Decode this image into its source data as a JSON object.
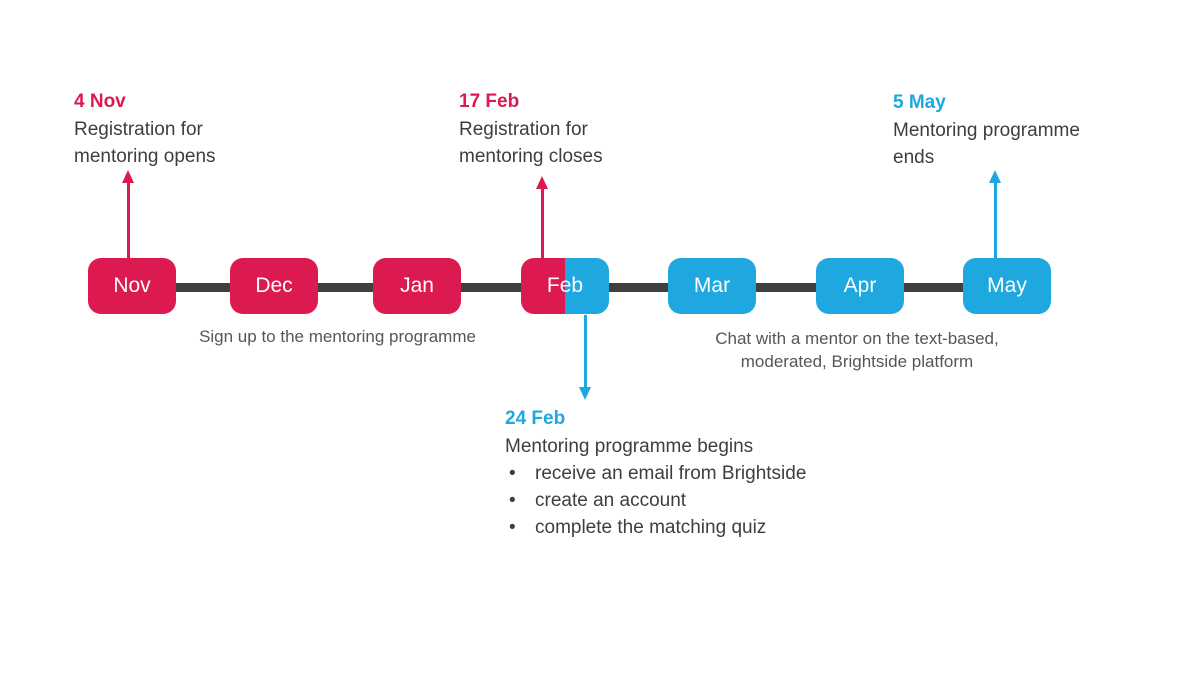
{
  "diagram": {
    "months": [
      {
        "label": "Nov"
      },
      {
        "label": "Dec"
      },
      {
        "label": "Jan"
      },
      {
        "label": "Feb"
      },
      {
        "label": "Mar"
      },
      {
        "label": "Apr"
      },
      {
        "label": "May"
      }
    ],
    "annotations": {
      "registration_opens": {
        "date": "4 Nov",
        "line1": "Registration for",
        "line2": "mentoring opens"
      },
      "registration_closes": {
        "date": "17 Feb",
        "line1": "Registration for",
        "line2": "mentoring closes"
      },
      "programme_ends": {
        "date": "5 May",
        "line1": "Mentoring programme",
        "line2": "ends"
      },
      "programme_begins": {
        "date": "24 Feb",
        "title": "Mentoring programme begins",
        "bullet_glyph": "•",
        "bullets": [
          "receive an email from Brightside",
          "create an account",
          "complete the matching quiz"
        ]
      }
    },
    "captions": {
      "signup": "Sign up to the mentoring programme",
      "chat_line1": "Chat with a mentor on the text-based,",
      "chat_line2": "moderated, Brightside platform"
    },
    "colors": {
      "registration_pink": "#DC1A4F",
      "mentoring_blue": "#1FA8DF",
      "timeline_line": "#3F3F3F",
      "body_text": "#3E3E3E",
      "caption_text": "#565656"
    }
  }
}
